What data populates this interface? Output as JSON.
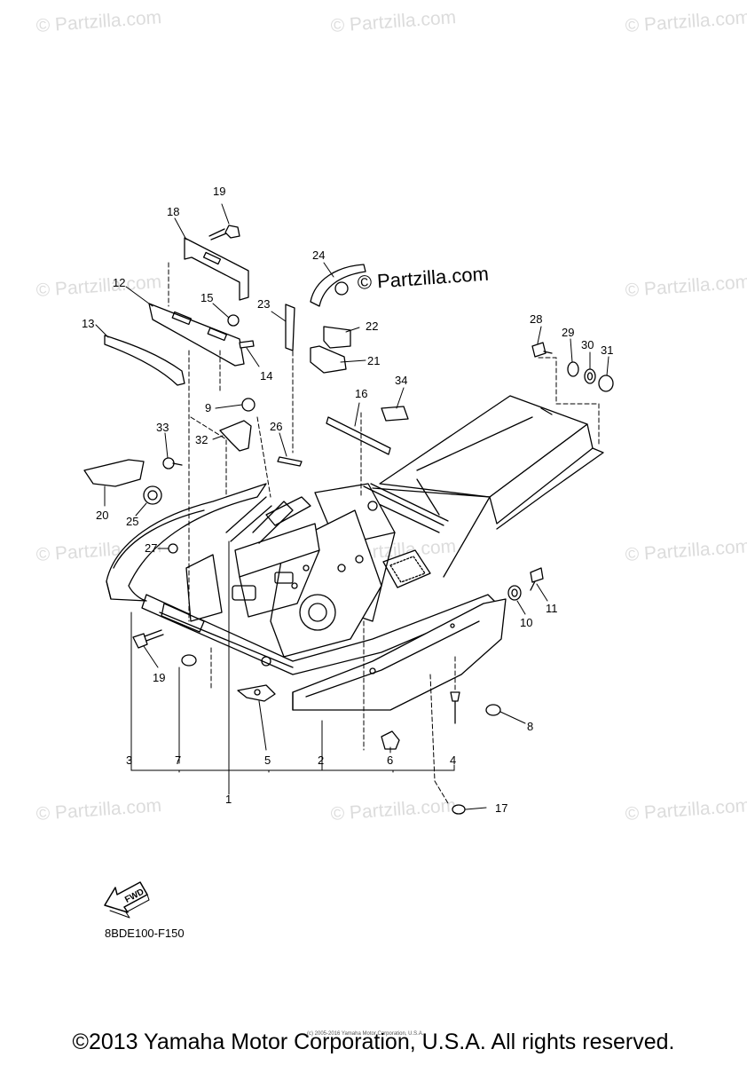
{
  "watermarks": {
    "light_text": "© Partzilla.com",
    "dark_text": "© Partzilla.com"
  },
  "callouts": [
    "1",
    "2",
    "3",
    "4",
    "5",
    "6",
    "7",
    "8",
    "9",
    "10",
    "11",
    "12",
    "13",
    "14",
    "15",
    "16",
    "17",
    "18",
    "19",
    "19",
    "20",
    "21",
    "22",
    "23",
    "24",
    "25",
    "26",
    "27",
    "28",
    "29",
    "30",
    "31",
    "32",
    "33",
    "34"
  ],
  "fwd_label": "FWD",
  "diagram_code": "8BDE100-F150",
  "tiny_notice": "(c) 2005-2016 Yamaha Motor Corporation, U.S.A.",
  "footer": "©2013 Yamaha Motor Corporation, U.S.A. All rights reserved.",
  "colors": {
    "line": "#000000",
    "watermark": "#dcdcdc",
    "background": "#ffffff"
  }
}
